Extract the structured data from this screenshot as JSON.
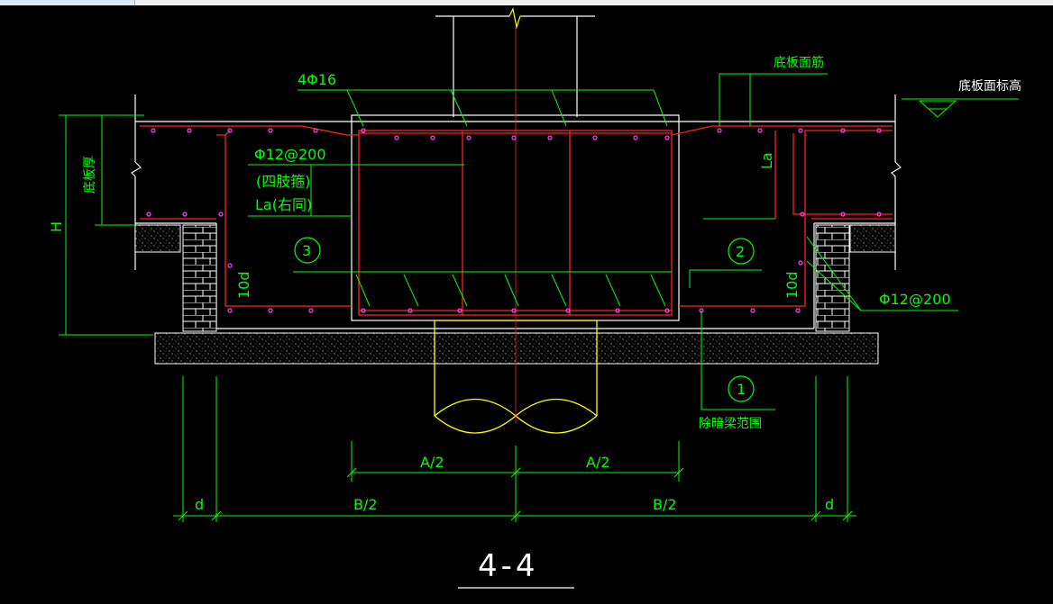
{
  "title": "4-4",
  "colors": {
    "background": "#000000",
    "concrete_outline": "#ffffff",
    "rebar": "#ff2020",
    "rebar_dots": "#ff40ff",
    "dimension": "#00ff00",
    "pile": "#ffff00",
    "brick": "#ffffff",
    "centerline": "#ff2020"
  },
  "labels": {
    "top_bars": "4Φ16",
    "stirrup": "Φ12@200",
    "stirrup_note": "(四肢箍)",
    "la_same": "La(右同)",
    "bottom_face_bars": "底板面筋",
    "bottom_face_elevation": "底板面标高",
    "la": "La",
    "slab_thickness": "底板厚",
    "height": "H",
    "ten_d_left": "10d",
    "ten_d_right": "10d",
    "right_bars": "Φ12@200",
    "except_pile_area": "除暗梁范围",
    "num1": "1",
    "num2": "2",
    "num3": "3",
    "dim_a_left": "A/2",
    "dim_a_right": "A/2",
    "dim_b_left": "B/2",
    "dim_b_right": "B/2",
    "dim_d_left": "d",
    "dim_d_right": "d"
  }
}
